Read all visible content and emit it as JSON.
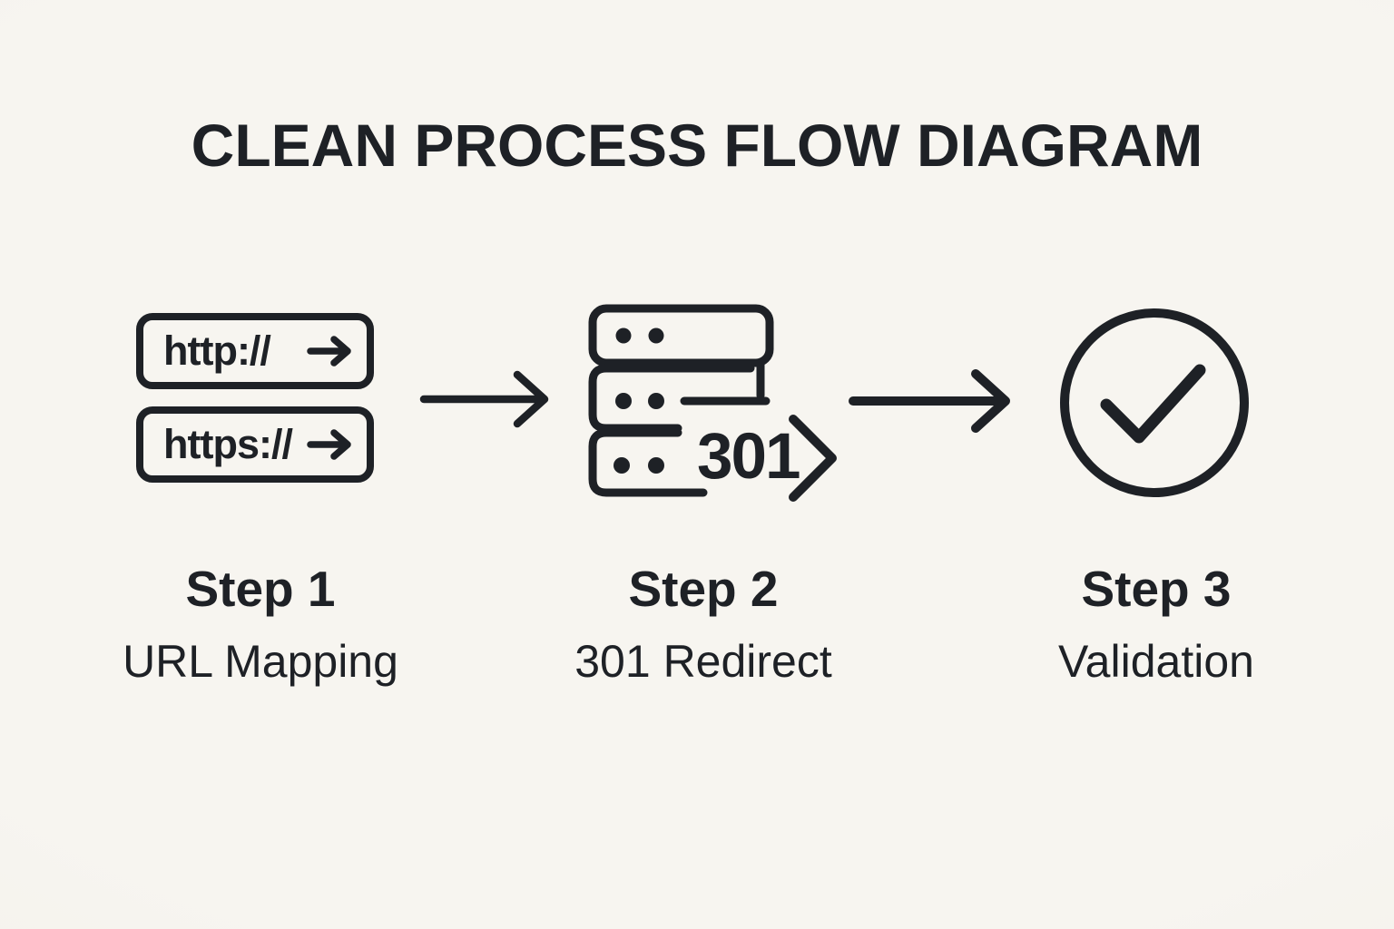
{
  "title": "CLEAN PROCESS FLOW DIAGRAM",
  "colors": {
    "background": "#f7f5f0",
    "ink": "#1e2126"
  },
  "flow": {
    "steps": [
      {
        "name": "Step 1",
        "caption": "URL Mapping",
        "icon": "url-pills",
        "pills": [
          {
            "label": "http://"
          },
          {
            "label": "https://"
          }
        ]
      },
      {
        "name": "Step 2",
        "caption": "301 Redirect",
        "icon": "server-stack",
        "badge": "301"
      },
      {
        "name": "Step 3",
        "caption": "Validation",
        "icon": "check-circle"
      }
    ],
    "connectors": [
      {
        "from": "Step 1",
        "to": "Step 2",
        "icon": "right-arrow"
      },
      {
        "from": "Step 2",
        "to": "Step 3",
        "icon": "right-arrow"
      }
    ]
  }
}
